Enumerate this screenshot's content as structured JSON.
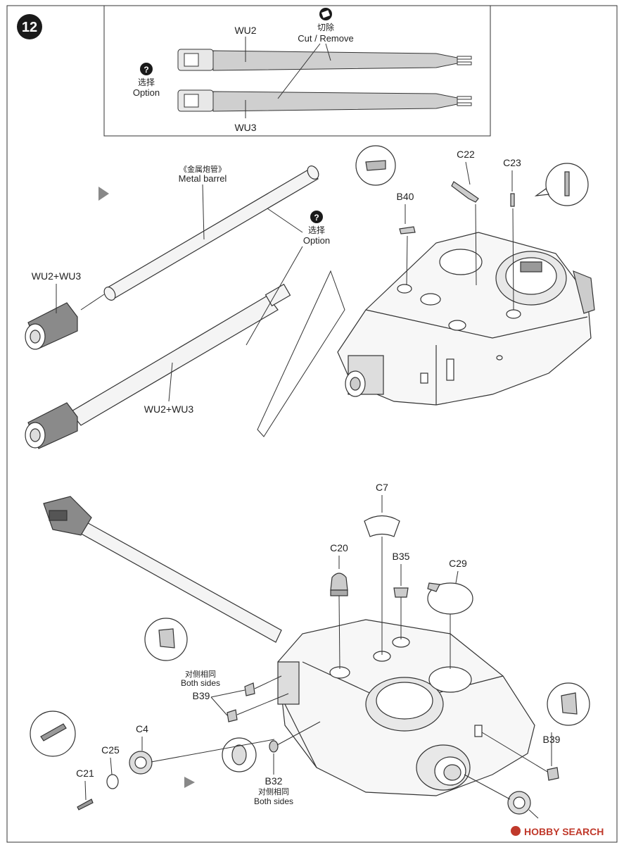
{
  "step": {
    "number": "12"
  },
  "option_box": {
    "cut": {
      "cn": "切除",
      "en": "Cut / Remove"
    },
    "option": {
      "cn": "选择",
      "en": "Option"
    },
    "parts": [
      "WU2",
      "WU3"
    ]
  },
  "barrel": {
    "metal_cn": "《金属炮管》",
    "metal_en": "Metal barrel",
    "option_cn": "选择",
    "option_en": "Option",
    "combo_top": "WU2+WU3",
    "combo_bottom": "WU2+WU3"
  },
  "turret_top": {
    "parts": [
      "B40",
      "C22",
      "C23"
    ]
  },
  "turret_bottom": {
    "parts": [
      "C7",
      "C20",
      "B35",
      "C29",
      "B39",
      "B39",
      "C4",
      "C25",
      "C21",
      "B32"
    ],
    "both_sides_cn": "对侧相同",
    "both_sides_en": "Both sides",
    "both_sides_cn_2": "对侧相同",
    "both_sides_en_2": "Both sides"
  },
  "watermark": "HOBBY SEARCH"
}
